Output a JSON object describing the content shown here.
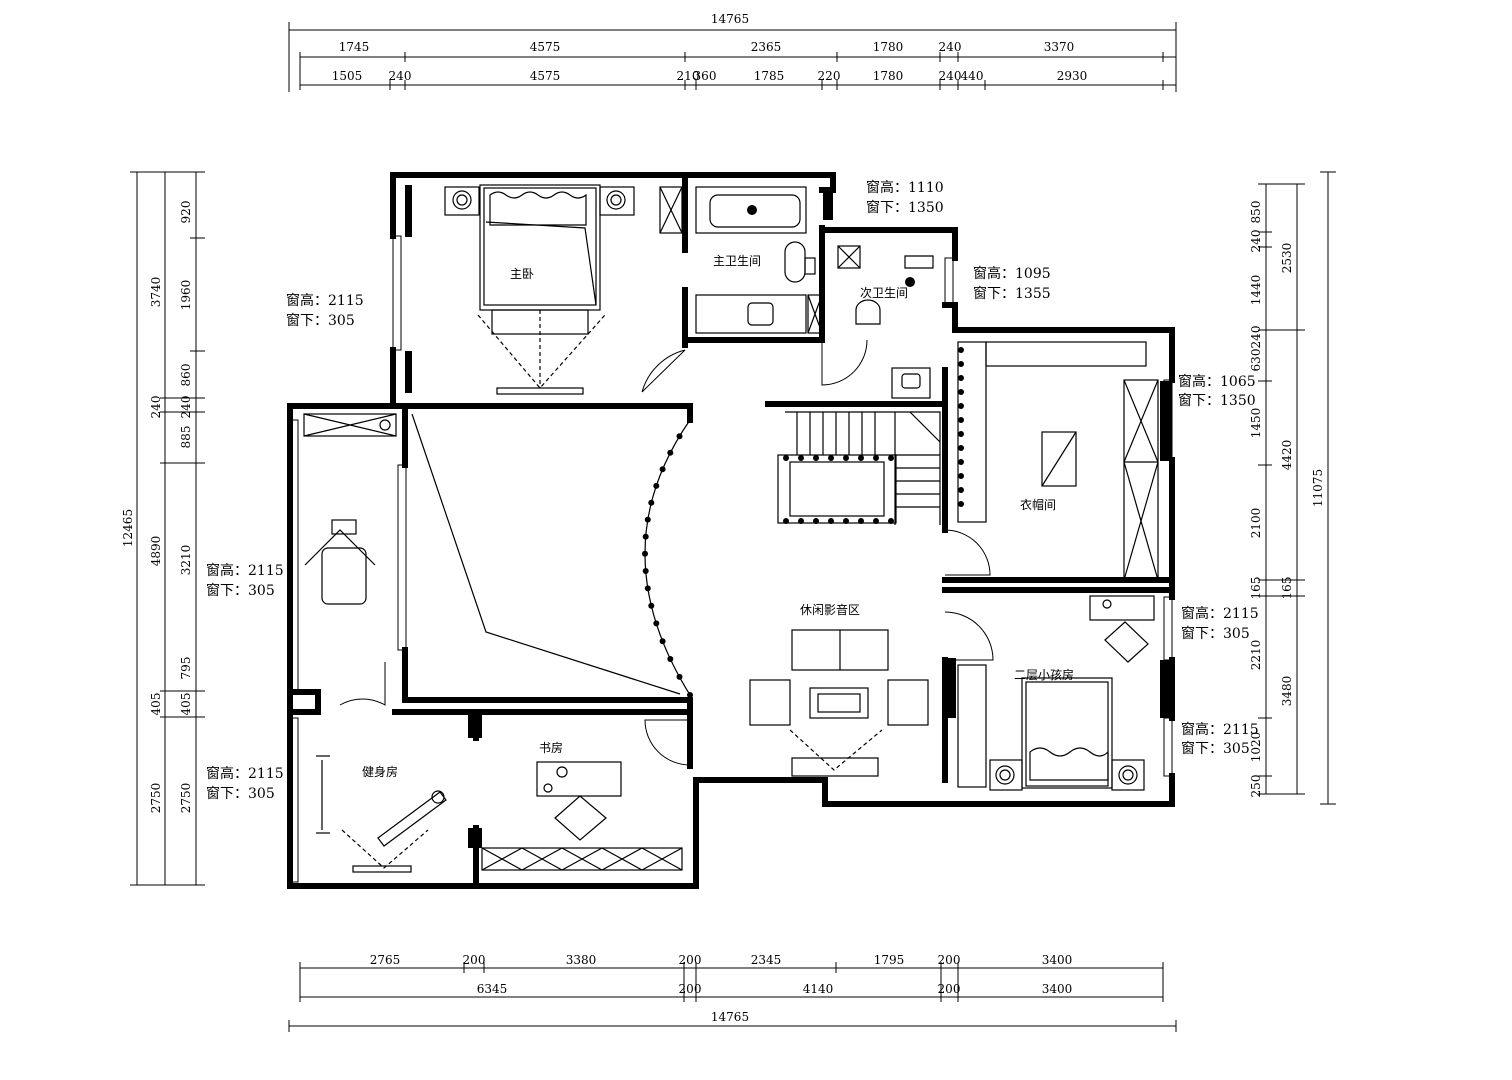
{
  "dimensions": {
    "top_total": "14765",
    "top_row1": [
      "1745",
      "4575",
      "2365",
      "1780",
      "240",
      "3370"
    ],
    "top_row2": [
      "1505",
      "240",
      "4575",
      "210",
      "360",
      "1785",
      "220",
      "1780",
      "240",
      "440",
      "2930"
    ],
    "bottom_row1": [
      "2765",
      "200",
      "3380",
      "200",
      "2345",
      "1795",
      "200",
      "3400"
    ],
    "bottom_row2": [
      "6345",
      "200",
      "4140",
      "200",
      "3400"
    ],
    "bottom_total": "14765",
    "left_total": "12465",
    "left_row1": [
      "3740",
      "240",
      "885",
      "4890",
      "405",
      "2750"
    ],
    "left_row2": [
      "920",
      "1960",
      "860",
      "240",
      "3210",
      "795",
      "405",
      "2750"
    ],
    "right_total": "11075",
    "right_row1": [
      "2530",
      "4420",
      "165",
      "3480"
    ],
    "right_row2": [
      "850",
      "240",
      "1440",
      "240",
      "630",
      "1450",
      "2100",
      "165",
      "2210",
      "1020",
      "250"
    ]
  },
  "rooms": {
    "master_bedroom": "主卧",
    "master_bath": "主卫生间",
    "second_bath": "次卫生间",
    "cloakroom": "衣帽间",
    "leisure_av": "休闲影音区",
    "kids_room": "二层小孩房",
    "study": "书房",
    "gym": "健身房"
  },
  "window_notes": {
    "n1_h": "窗高：1110",
    "n1_b": "窗下：1350",
    "n2_h": "窗高：1095",
    "n2_b": "窗下：1355",
    "n3_h": "窗高：2115",
    "n3_b": "窗下：305",
    "n4_h": "窗高：1065",
    "n4_b": "窗下：1350",
    "n5_h": "窗高：2115",
    "n5_b": "窗下：305",
    "n6_h": "窗高：2115",
    "n6_b": "窗下：305",
    "n7_h": "窗高：2115",
    "n7_b": "窗下：305",
    "n8_h": "窗高：2115",
    "n8_b": "窗下：305"
  }
}
